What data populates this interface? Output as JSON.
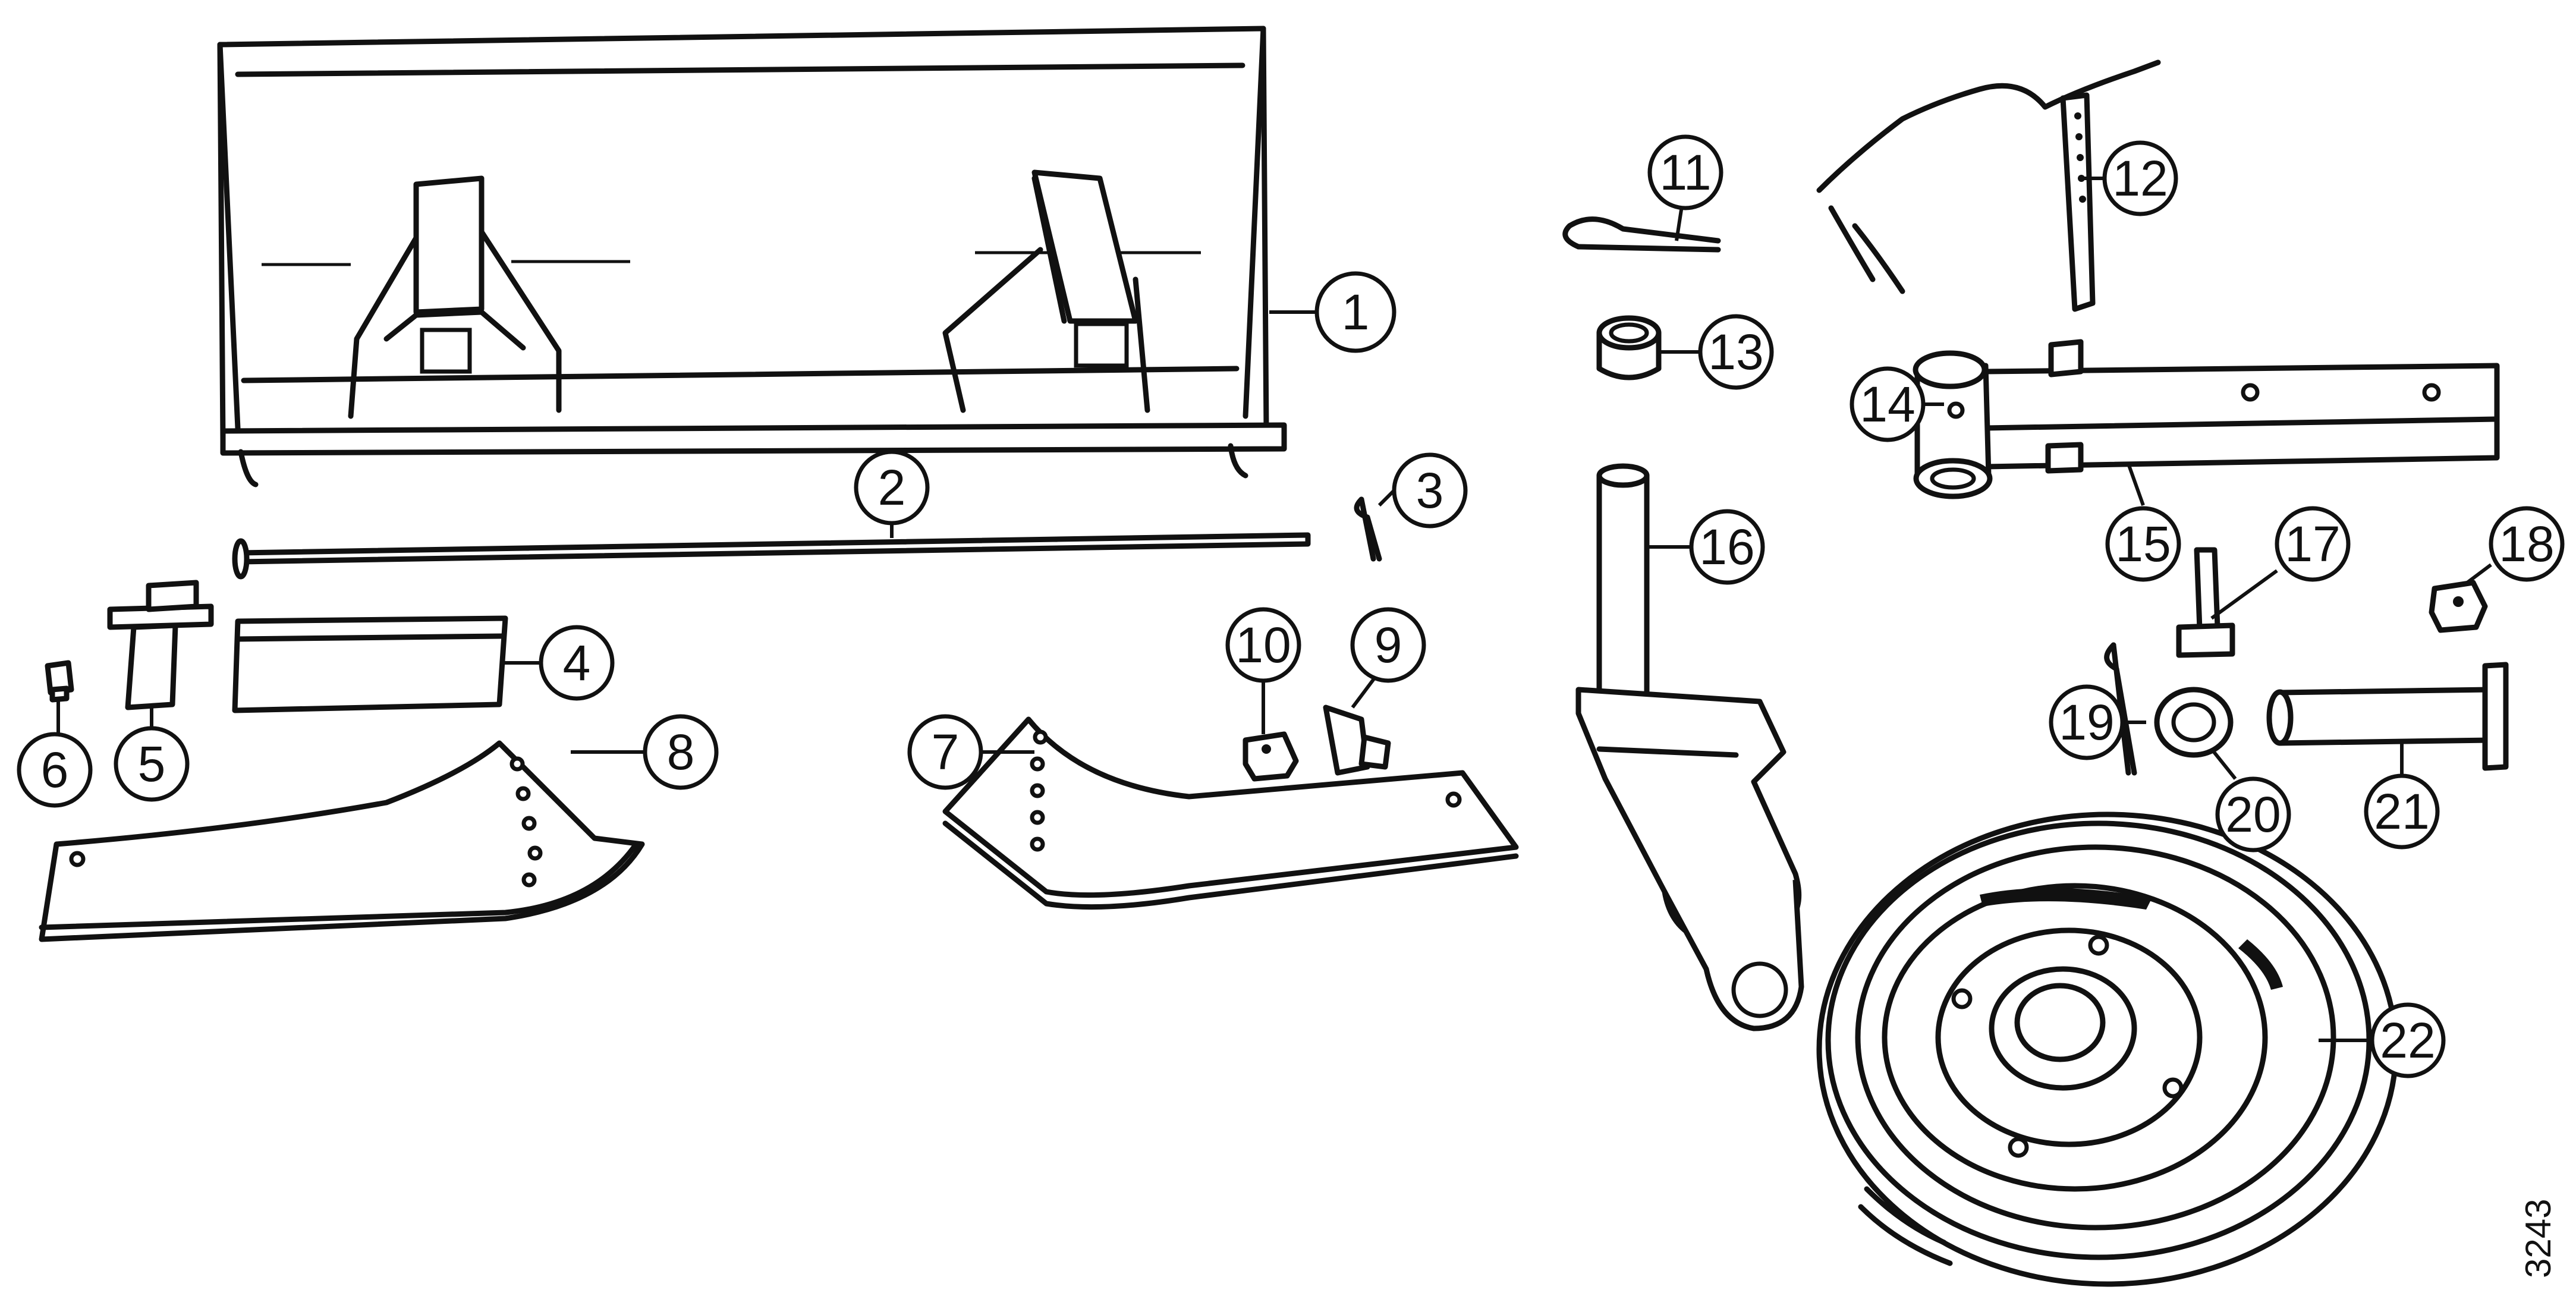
{
  "callouts": [
    {
      "id": "1",
      "label": "1"
    },
    {
      "id": "2",
      "label": "2"
    },
    {
      "id": "3",
      "label": "3"
    },
    {
      "id": "4",
      "label": "4"
    },
    {
      "id": "5",
      "label": "5"
    },
    {
      "id": "6",
      "label": "6"
    },
    {
      "id": "7",
      "label": "7"
    },
    {
      "id": "8",
      "label": "8"
    },
    {
      "id": "9",
      "label": "9"
    },
    {
      "id": "10",
      "label": "10"
    },
    {
      "id": "11",
      "label": "11"
    },
    {
      "id": "12",
      "label": "12"
    },
    {
      "id": "13",
      "label": "13"
    },
    {
      "id": "14",
      "label": "14"
    },
    {
      "id": "15",
      "label": "15"
    },
    {
      "id": "16",
      "label": "16"
    },
    {
      "id": "17",
      "label": "17"
    },
    {
      "id": "18",
      "label": "18"
    },
    {
      "id": "19",
      "label": "19"
    },
    {
      "id": "20",
      "label": "20"
    },
    {
      "id": "21",
      "label": "21"
    },
    {
      "id": "22",
      "label": "22"
    }
  ],
  "drawing_number": "3243"
}
